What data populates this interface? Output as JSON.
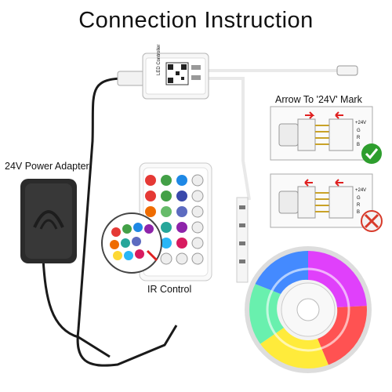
{
  "title": "Connection Instruction",
  "labels": {
    "adapter": "24V Power Adapter",
    "ir_control": "IR Control",
    "arrow_mark": "Arrow To '24V' Mark",
    "controller_text": "LED Controller"
  },
  "pin_labels": {
    "v24": "+24V",
    "g": "G",
    "r": "R",
    "b": "B"
  },
  "colors": {
    "correct": "#2e9e2e",
    "wrong": "#d83a2a",
    "arrow": "#e02020"
  }
}
